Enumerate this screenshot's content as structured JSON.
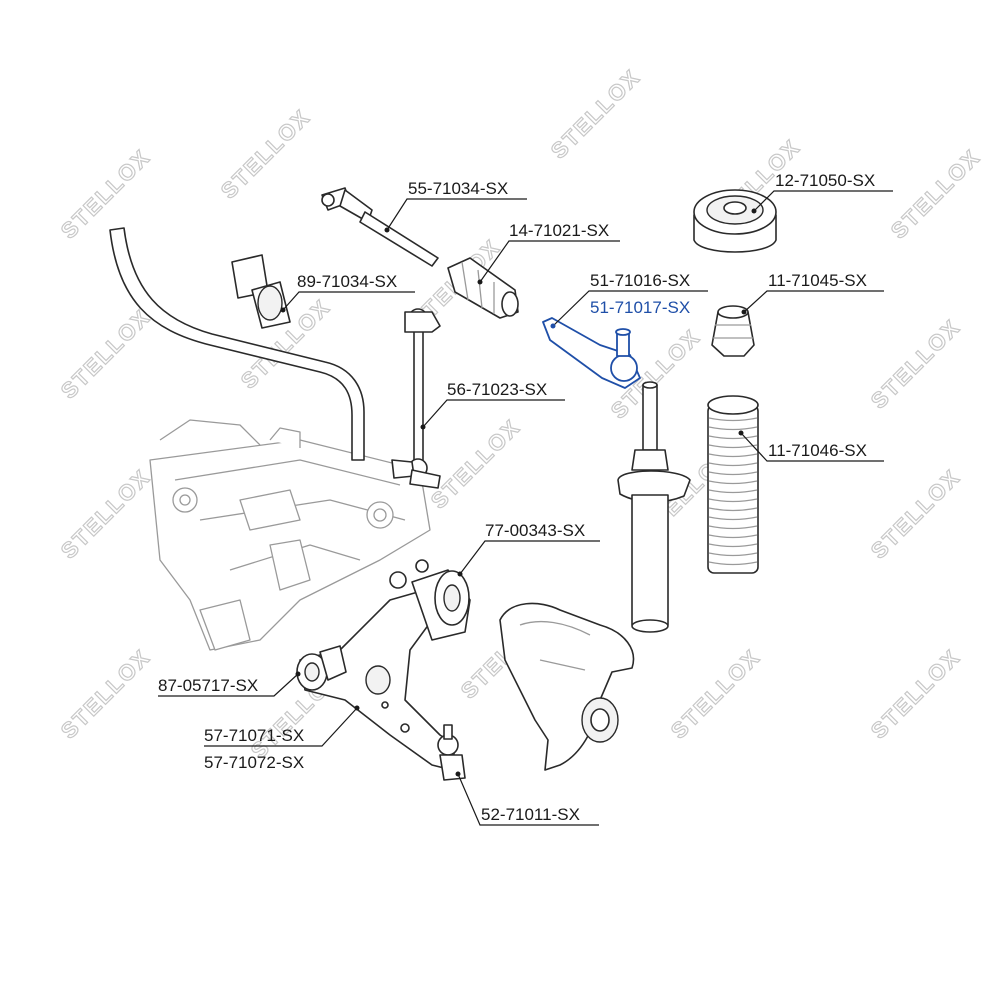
{
  "watermark": {
    "text": "STELLOX"
  },
  "colors": {
    "highlight": "#1f4fa8",
    "line": "#2a2a2a",
    "watermark": "#c8c8c8"
  },
  "parts": [
    {
      "id": "55-71034-SX"
    },
    {
      "id": "14-71021-SX"
    },
    {
      "id": "89-71034-SX"
    },
    {
      "id": "51-71016-SX"
    },
    {
      "id": "51-71017-SX",
      "highlighted": true
    },
    {
      "id": "56-71023-SX"
    },
    {
      "id": "12-71050-SX"
    },
    {
      "id": "11-71045-SX"
    },
    {
      "id": "11-71046-SX"
    },
    {
      "id": "77-00343-SX"
    },
    {
      "id": "87-05717-SX"
    },
    {
      "id": "57-71071-SX"
    },
    {
      "id": "57-71072-SX"
    },
    {
      "id": "52-71011-SX"
    }
  ]
}
